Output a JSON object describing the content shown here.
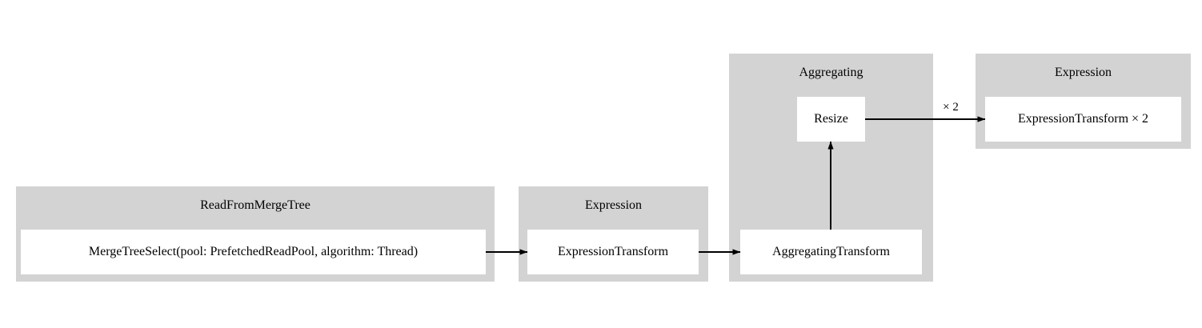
{
  "graph": {
    "title": "",
    "background_color": "#ffffff",
    "cluster_color": "#d3d3d3",
    "node_color": "#ffffff",
    "edge_color": "#000000"
  },
  "clusters": [
    {
      "id": "read",
      "label": "ReadFromMergeTree",
      "nodes": [
        {
          "id": "mergetreeselect",
          "label": "MergeTreeSelect(pool: PrefetchedReadPool, algorithm: Thread)"
        }
      ]
    },
    {
      "id": "expr1",
      "label": "Expression",
      "nodes": [
        {
          "id": "expressiontransform1",
          "label": "ExpressionTransform"
        }
      ]
    },
    {
      "id": "agg",
      "label": "Aggregating",
      "nodes": [
        {
          "id": "resize",
          "label": "Resize"
        },
        {
          "id": "aggregatingtransform",
          "label": "AggregatingTransform"
        }
      ]
    },
    {
      "id": "expr2",
      "label": "Expression",
      "nodes": [
        {
          "id": "expressiontransform2",
          "label": "ExpressionTransform × 2"
        }
      ]
    }
  ],
  "edges": [
    {
      "id": "e1",
      "from": "mergetreeselect",
      "to": "expressiontransform1",
      "label": ""
    },
    {
      "id": "e2",
      "from": "expressiontransform1",
      "to": "aggregatingtransform",
      "label": ""
    },
    {
      "id": "e3",
      "from": "aggregatingtransform",
      "to": "resize",
      "label": ""
    },
    {
      "id": "e4",
      "from": "resize",
      "to": "expressiontransform2",
      "label": "× 2"
    }
  ]
}
